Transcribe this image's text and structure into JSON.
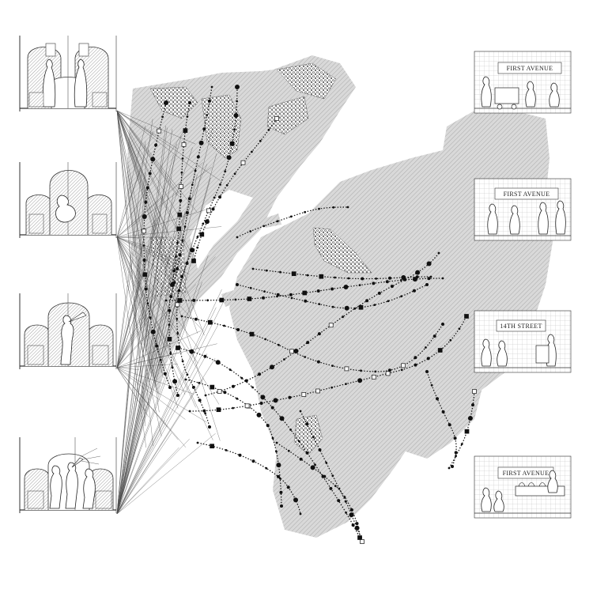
{
  "colors": {
    "ink": "#111111",
    "land": "#d4d4d4",
    "land_hatch": "#a9a9a9",
    "panel_line": "#333333",
    "grid_line": "#bdbdbd",
    "background": "#ffffff"
  },
  "icons": [
    "subway-car-panel",
    "station-grid-panel",
    "performer-figure",
    "route-line",
    "station-dot"
  ],
  "left_panels": [
    {
      "name": "car-interior-standing-riders"
    },
    {
      "name": "car-interior-seated-rider"
    },
    {
      "name": "car-interior-trumpet-player"
    },
    {
      "name": "car-interior-band"
    }
  ],
  "right_panels": [
    {
      "sign": "FIRST AVENUE"
    },
    {
      "sign": "FIRST AVENUE"
    },
    {
      "sign": "14TH STREET"
    },
    {
      "sign": "FIRST AVENUE"
    }
  ]
}
